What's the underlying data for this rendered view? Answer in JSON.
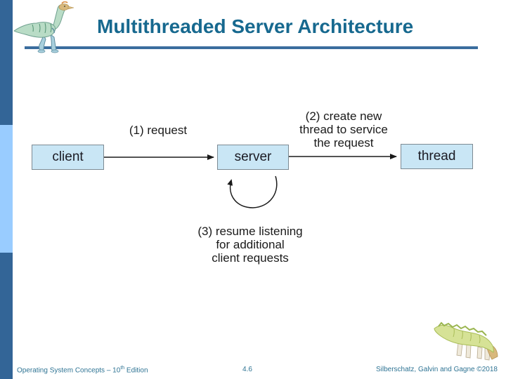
{
  "slide": {
    "title": "Multithreaded Server Architecture"
  },
  "diagram": {
    "boxes": [
      {
        "id": "client",
        "label": "client"
      },
      {
        "id": "server",
        "label": "server"
      },
      {
        "id": "thread",
        "label": "thread"
      }
    ],
    "labels": {
      "step1": "(1) request",
      "step2": [
        "(2) create new",
        "thread to service",
        "the request"
      ],
      "step3": [
        "(3) resume listening",
        "for additional",
        "client requests"
      ]
    }
  },
  "footer": {
    "left_text": "Operating System Concepts – 10",
    "left_superscript": "th",
    "left_tail": " Edition",
    "page_number": "4.6",
    "credits": "Silberschatz, Galvin and Gagne ©2018"
  },
  "icons": {
    "top_left": "dinosaur-logo",
    "bottom_right": "dinosaur-logo"
  },
  "colors": {
    "title": "#17698f",
    "rule": "#3a6d9e",
    "sidebar_dark": "#336597",
    "sidebar_light": "#99ccff",
    "box_fill": "#c9e6f5",
    "box_border": "#7d8a93",
    "footer_text": "#2f7494",
    "diagram_ink": "#1a1a1a"
  }
}
